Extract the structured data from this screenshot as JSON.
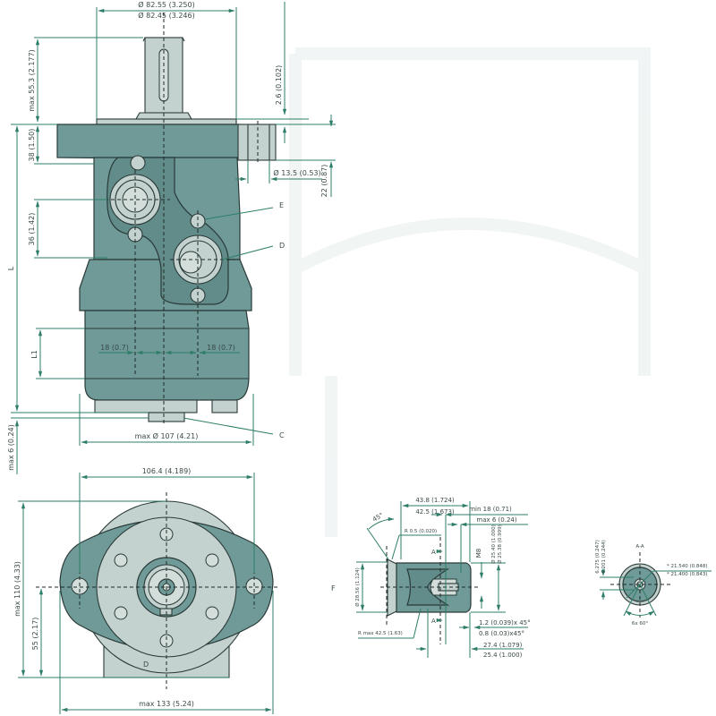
{
  "drawing": {
    "title": "Hydraulic orbital motor dimensional drawing",
    "colors": {
      "body": "#6f9a97",
      "body_light": "#c4d2cf",
      "dimension_line": "#2e7d68",
      "outline": "#2a3a38",
      "background": "#ffffff"
    }
  },
  "side_view": {
    "pilot_diameter_max": "Ø 82.55 (3.250)",
    "pilot_diameter_min": "Ø 82.45 (3.246)",
    "shaft_length": "max 55.3 (2.177)",
    "pilot_height": "2.6 (0.102)",
    "mount_hole": "Ø 13.5 (0.53)",
    "flange_thickness": "22 (0.87)",
    "port_spacing_1": "38 (1.50)",
    "port_spacing_2": "36 (1.42)",
    "overall_length": "L",
    "l1_label": "L1",
    "offset_left": "18 (0.7)",
    "offset_right": "18 (0.7)",
    "body_diameter": "max Ø 107 (4.21)",
    "bottom_protrusion": "max 6 (0.24)",
    "callout_e": "E",
    "callout_d": "D",
    "callout_c": "C"
  },
  "front_view": {
    "bolt_circle": "106.4 (4.189)",
    "height": "max 110 (4.33)",
    "center_height": "55 (2.17)",
    "width": "max 133 (5.24)",
    "callout_d": "D"
  },
  "shaft_detail": {
    "label_f": "F",
    "shaft_length_max": "43.8 (1.724)",
    "shaft_length_min": "42.5 (1.673)",
    "thread_depth": "min 18 (0.71)",
    "thread_offset": "max 6 (0.24)",
    "angle": "45°",
    "radius": "R 0.5 (0.020)",
    "section_mark_top": "A",
    "section_mark_bottom": "A",
    "thread": "M8",
    "shaft_dia_max": "Ø 25.40 (1.000)",
    "shaft_dia_min": "Ø 25.38 (0.999)",
    "collar_dia": "Ø 28.56 (1.124)",
    "radius_max": "R max 42.5 (1.63)",
    "chamfer_1": "1.2 (0.039)x 45°",
    "chamfer_2": "0.8 (0.03)x45°",
    "length_max": "27.4 (1.079)",
    "length_min": "25.4 (1.000)"
  },
  "section_aa": {
    "title": "A-A",
    "key_width_max": "6.275 (0.247)",
    "key_width_min": "6.201 (0.244)",
    "spline_max": "* 21.540 (0.848)",
    "spline_min": "* 21.400 (0.843)",
    "pattern": "6x 60°"
  }
}
